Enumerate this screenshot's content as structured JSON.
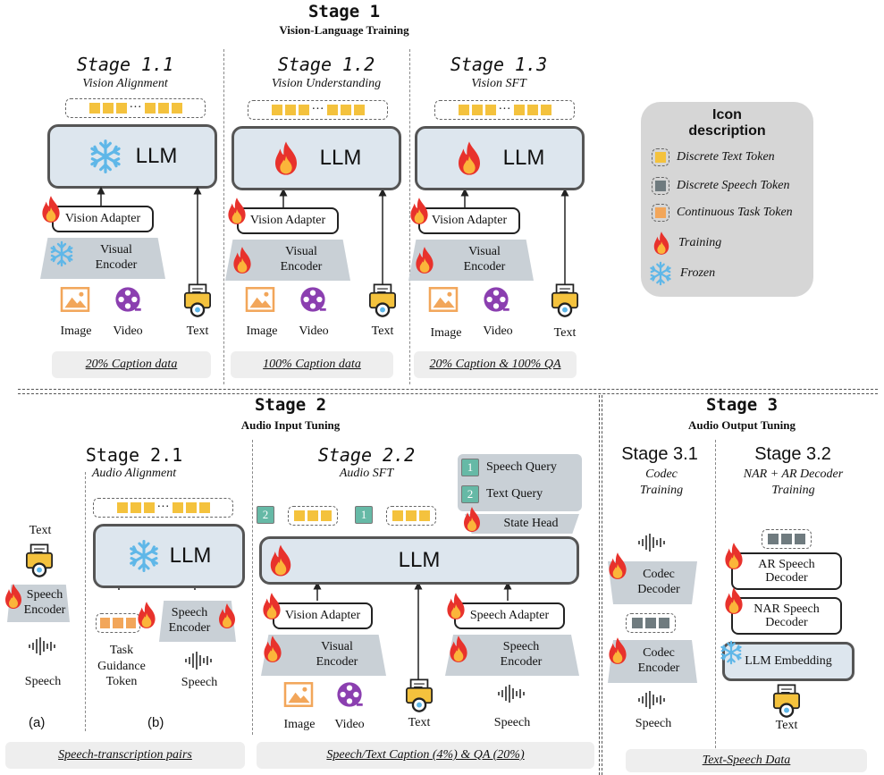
{
  "stage1": {
    "title": "Stage 1",
    "subtitle": "Vision-Language Training",
    "s11": {
      "title": "Stage 1.1",
      "desc": "Vision Alignment",
      "data": "20% Caption data"
    },
    "s12": {
      "title": "Stage 1.2",
      "desc": "Vision Understanding",
      "data": "100% Caption data"
    },
    "s13": {
      "title": "Stage 1.3",
      "desc": "Vision SFT",
      "data": "20% Caption & 100% QA"
    }
  },
  "stage2": {
    "title": "Stage 2",
    "subtitle": "Audio Input Tuning",
    "s21": {
      "title": "Stage 2.1",
      "desc": "Audio Alignment",
      "data": "Speech-transcription pairs"
    },
    "s22": {
      "title": "Stage 2.2",
      "desc": "Audio SFT",
      "data": "Speech/Text Caption (4%) & QA (20%)"
    }
  },
  "stage3": {
    "title": "Stage 3",
    "subtitle": "Audio Output Tuning",
    "s31": {
      "title": "Stage 3.1",
      "desc": "Codec Training"
    },
    "s32": {
      "title": "Stage 3.2",
      "desc": "NAR + AR Decoder Training",
      "data": "Text-Speech Data"
    }
  },
  "labels": {
    "llm": "LLM",
    "vision_adapter": "Vision Adapter",
    "visual_encoder": "Visual Encoder",
    "speech_encoder": "Speech Encoder",
    "speech_adapter": "Speech Adapter",
    "image": "Image",
    "video": "Video",
    "text": "Text",
    "speech": "Speech",
    "task_guidance_token": "Task Guidance Token",
    "ellipsis": "···",
    "codec_decoder": "Codec Decoder",
    "codec_encoder": "Codec Encoder",
    "ar_decoder": "AR Speech Decoder",
    "nar_decoder": "NAR Speech Decoder",
    "llm_embedding": "LLM Embedding",
    "state_head": "State Head",
    "speech_query": "Speech Query",
    "text_query": "Text Query",
    "q1": "1",
    "q2": "2",
    "panel_a": "(a)",
    "panel_b": "(b)"
  },
  "legend": {
    "title": "Icon description",
    "discrete_text": "Discrete Text Token",
    "discrete_speech": "Discrete Speech Token",
    "continuous_task": "Continuous Task Token",
    "training": "Training",
    "frozen": "Frozen"
  },
  "colors": {
    "text_token": "#f4c23d",
    "speech_token": "#6f7b7f",
    "task_token": "#f2a65a",
    "flame": "#e8322c",
    "snow": "#5fb7e8",
    "query": "#66b9a6"
  }
}
